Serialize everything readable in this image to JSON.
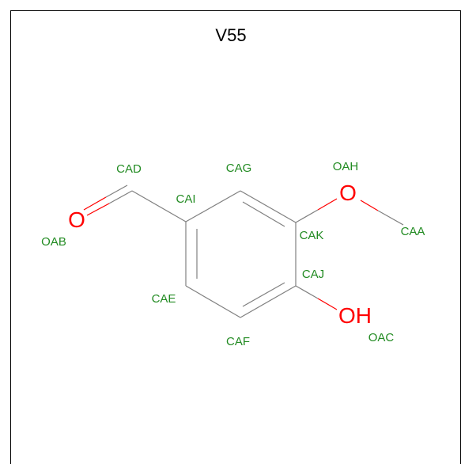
{
  "title": "V55",
  "colors": {
    "bond": "#808080",
    "oxygen": "#ff0000",
    "label": "#228b22",
    "frame": "#000000"
  },
  "heteroatoms": {
    "oab": "O",
    "oah": "O",
    "oac": "OH"
  },
  "atom_labels": {
    "cad": "CAD",
    "cag": "CAG",
    "oah": "OAH",
    "cai": "CAI",
    "oab": "OAB",
    "cak": "CAK",
    "caa": "CAA",
    "caj": "CAJ",
    "cae": "CAE",
    "caf": "CAF",
    "oac": "OAC"
  }
}
